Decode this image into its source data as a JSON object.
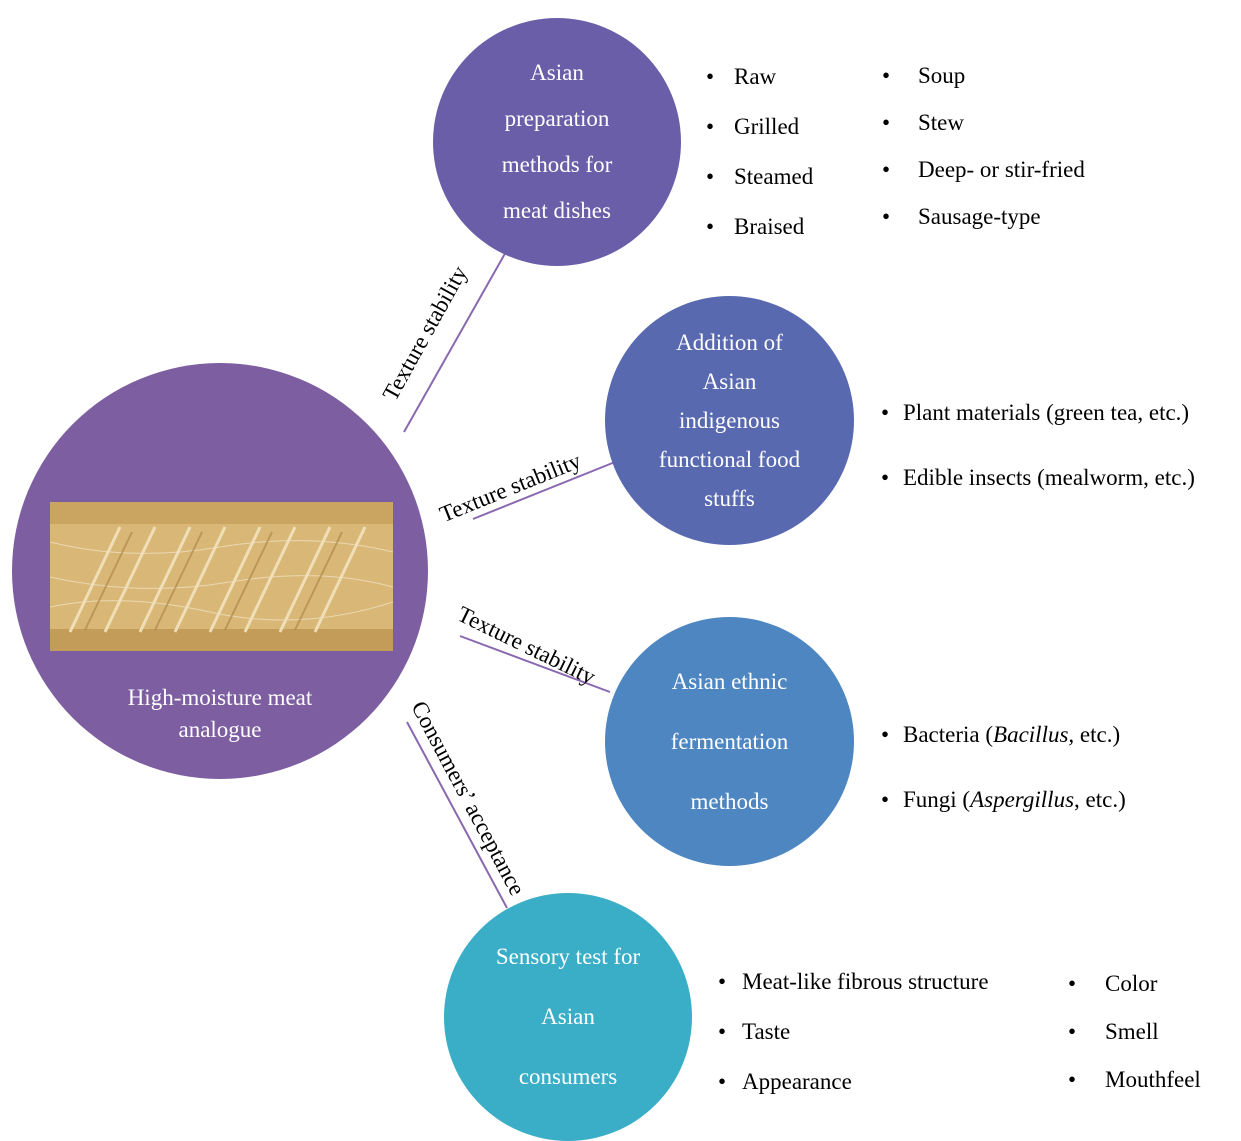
{
  "colors": {
    "hub": "#7d5ea0",
    "preparation": "#6a5ea8",
    "addition": "#5869b0",
    "fermentation": "#4d86c0",
    "sensory": "#3aaec6",
    "connector": "#8a68b0"
  },
  "hub": {
    "label_line1": "High-moisture meat",
    "label_line2": "analogue",
    "photo": "meat-analogue-photo"
  },
  "connectors": {
    "preparation": "Texture stability",
    "addition": "Texture stability",
    "fermentation": "Texture stability",
    "sensory": "Consumers’ acceptance"
  },
  "nodes": {
    "preparation": {
      "lines": [
        "Asian",
        "preparation",
        "methods for",
        "meat dishes"
      ],
      "col1": [
        "Raw",
        "Grilled",
        "Steamed",
        "Braised"
      ],
      "col2": [
        "Soup",
        "Stew",
        "Deep- or stir-fried",
        "Sausage-type"
      ]
    },
    "addition": {
      "lines": [
        "Addition of",
        "Asian",
        "indigenous",
        "functional food",
        "stuffs"
      ],
      "items": [
        "Plant materials (green tea, etc.)",
        "Edible insects (mealworm, etc.)"
      ]
    },
    "fermentation": {
      "lines": [
        "Asian ethnic",
        "fermentation",
        "methods"
      ],
      "items": [
        {
          "prefix": "Bacteria (",
          "italic": "Bacillus,",
          "suffix": " etc.)"
        },
        {
          "prefix": "Fungi (",
          "italic": "Aspergillus",
          "suffix": ", etc.)"
        }
      ]
    },
    "sensory": {
      "lines": [
        "Sensory test for",
        "Asian",
        "consumers"
      ],
      "col1": [
        "Meat-like fibrous structure",
        "Taste",
        "Appearance"
      ],
      "col2": [
        "Color",
        "Smell",
        "Mouthfeel"
      ]
    }
  }
}
